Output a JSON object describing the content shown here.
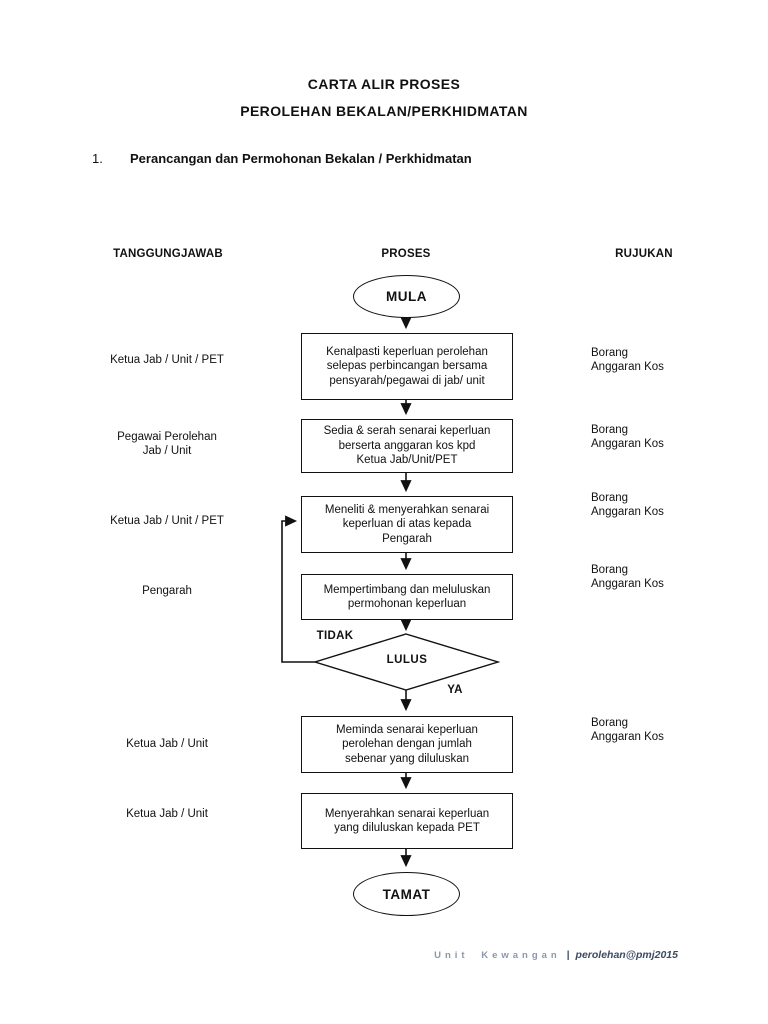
{
  "document": {
    "title_line1": "CARTA ALIR PROSES",
    "title_line2": "PEROLEHAN BEKALAN/PERKHIDMATAN",
    "section": {
      "number": "1.",
      "title": "Perancangan dan Permohonan Bekalan / Perkhidmatan"
    },
    "footer": {
      "unit": "Unit Kewangan",
      "separator": "|",
      "credit": "perolehan@pmj2015"
    }
  },
  "columns": {
    "responsibility": "TANGGUNGJAWAB",
    "process": "PROSES",
    "reference": "RUJUKAN"
  },
  "flowchart": {
    "start_label": "MULA",
    "end_label": "TAMAT",
    "decision": {
      "label": "LULUS",
      "branch_no": "TIDAK",
      "branch_yes": "YA"
    },
    "steps": [
      {
        "responsibility": "Ketua Jab / Unit / PET",
        "process": "Kenalpasti keperluan perolehan\nselepas perbincangan bersama\npensyarah/pegawai di jab/ unit",
        "reference": "Borang\nAnggaran Kos"
      },
      {
        "responsibility": "Pegawai Perolehan\nJab / Unit",
        "process": "Sedia & serah senarai keperluan\nberserta anggaran kos kpd\nKetua Jab/Unit/PET",
        "reference": "Borang\nAnggaran Kos"
      },
      {
        "responsibility": "Ketua Jab / Unit / PET",
        "process": "Meneliti & menyerahkan senarai\nkeperluan di atas kepada\nPengarah",
        "reference": "Borang\nAnggaran Kos"
      },
      {
        "responsibility": "Pengarah",
        "process": "Mempertimbang dan meluluskan\npermohonan keperluan",
        "reference": "Borang\nAnggaran Kos"
      },
      {
        "responsibility": "Ketua Jab / Unit",
        "process": "Meminda senarai keperluan\nperolehan dengan jumlah\nsebenar yang diluluskan",
        "reference": "Borang\nAnggaran Kos"
      },
      {
        "responsibility": "Ketua Jab / Unit",
        "process": "Menyerahkan senarai keperluan\nyang diluluskan kepada PET",
        "reference": ""
      }
    ]
  }
}
